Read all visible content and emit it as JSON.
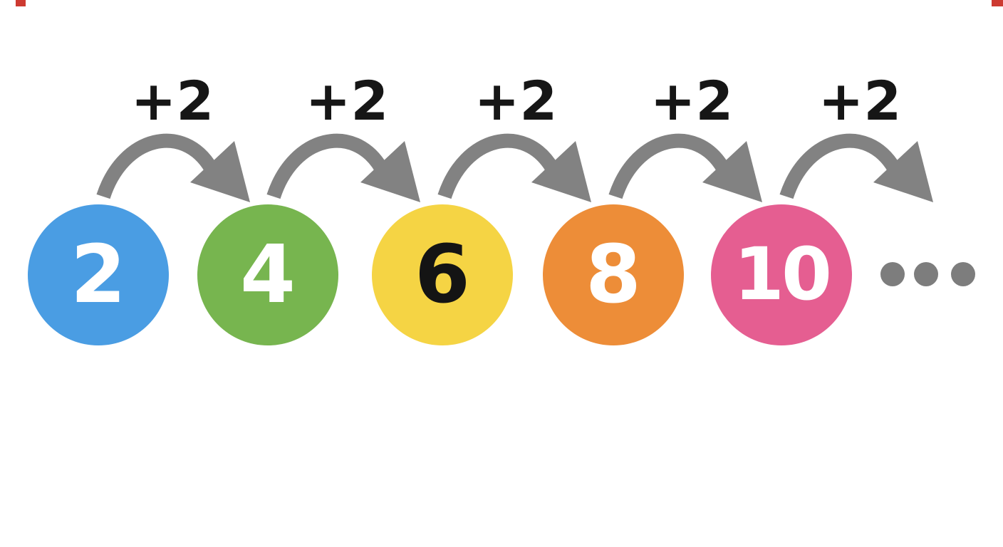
{
  "sequence": {
    "step_label": "+2",
    "steps": [
      {
        "label": "+2"
      },
      {
        "label": "+2"
      },
      {
        "label": "+2"
      },
      {
        "label": "+2"
      },
      {
        "label": "+2"
      }
    ],
    "nodes": [
      {
        "value": "2",
        "color": "#4a9de3",
        "text_color": "#ffffff"
      },
      {
        "value": "4",
        "color": "#77b54f",
        "text_color": "#ffffff"
      },
      {
        "value": "6",
        "color": "#f5d444",
        "text_color": "#141414"
      },
      {
        "value": "8",
        "color": "#ed8d38",
        "text_color": "#ffffff"
      },
      {
        "value": "10",
        "color": "#e55e91",
        "text_color": "#ffffff"
      }
    ],
    "ellipsis": {
      "dot_count": 3
    }
  },
  "colors": {
    "arrow": "#828282",
    "dot": "#7d7d7d",
    "label_text": "#161616",
    "background": "#ffffff",
    "corner_mark": "#cd3a31"
  }
}
